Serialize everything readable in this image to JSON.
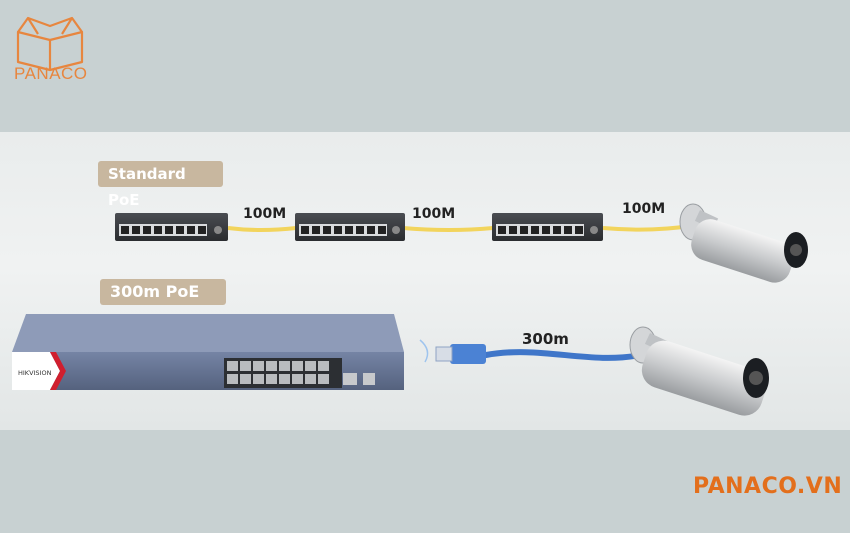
{
  "logo": {
    "text": "PANACO",
    "color": "#e7863f"
  },
  "labels": {
    "standard_poe": "Standard PoE",
    "long_poe": "300m PoE"
  },
  "speeds": [
    "100M",
    "100M",
    "100M"
  ],
  "cable_length": "300m",
  "switch_brand": "HIKVISION",
  "footer": {
    "text": "PANACO.VN",
    "color": "#e36f1c"
  },
  "colors": {
    "pill": "#c8b79f",
    "yellow_cable": "#f2d45c",
    "blue_cable": "#3f76c9",
    "switch_body": "#5f6f8f"
  },
  "icons": [
    "logo-box-icon",
    "switch-icon",
    "camera-icon",
    "rj45-connector-icon"
  ]
}
